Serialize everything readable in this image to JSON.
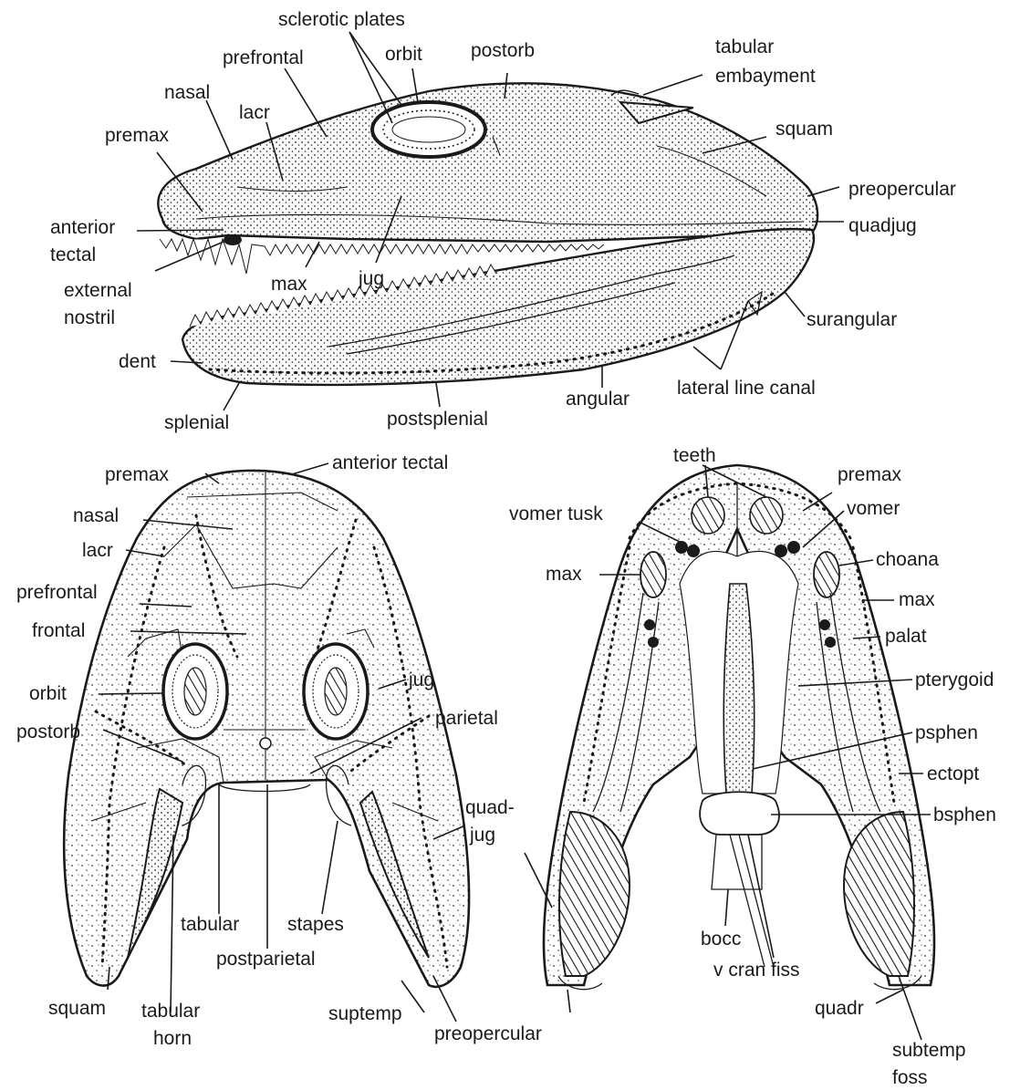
{
  "figure": {
    "lateral_view": {
      "labels": {
        "sclerotic_plates": "sclerotic plates",
        "orbit": "orbit",
        "postorb": "postorb",
        "tabular_embayment_1": "tabular",
        "tabular_embayment_2": "embayment",
        "prefrontal": "prefrontal",
        "nasal": "nasal",
        "lacr": "lacr",
        "premax": "premax",
        "squam": "squam",
        "preopercular": "preopercular",
        "quadjug": "quadjug",
        "anterior_tectal_1": "anterior",
        "anterior_tectal_2": "tectal",
        "external_nostril_1": "external",
        "external_nostril_2": "nostril",
        "max": "max",
        "jug": "jug",
        "surangular": "surangular",
        "dent": "dent",
        "lateral_line_canal": "lateral line canal",
        "angular": "angular",
        "splenial": "splenial",
        "postsplenial": "postsplenial"
      }
    },
    "dorsal_view": {
      "labels": {
        "anterior_tectal": "anterior tectal",
        "premax": "premax",
        "nasal": "nasal",
        "lacr": "lacr",
        "prefrontal": "prefrontal",
        "frontal": "frontal",
        "orbit": "orbit",
        "jug": "jug",
        "parietal": "parietal",
        "postorb": "postorb",
        "quadjug_1": "quad-",
        "quadjug_2": "jug",
        "tabular": "tabular",
        "stapes": "stapes",
        "postparietal": "postparietal",
        "squam": "squam",
        "tabular_horn_1": "tabular",
        "tabular_horn_2": "horn",
        "suptemp": "suptemp",
        "preopercular": "preopercular"
      }
    },
    "palatal_view": {
      "labels": {
        "teeth": "teeth",
        "premax": "premax",
        "vomer_tusk": "vomer tusk",
        "vomer": "vomer",
        "max_left": "max",
        "choana": "choana",
        "max_right": "max",
        "palat": "palat",
        "pterygoid": "pterygoid",
        "psphen": "psphen",
        "ectopt": "ectopt",
        "bsphen": "bsphen",
        "bocc": "bocc",
        "v_cran_fiss": "v cran fiss",
        "quadr": "quadr",
        "subtemp_foss_1": "subtemp",
        "subtemp_foss_2": "foss"
      }
    }
  },
  "colors": {
    "ink": "#1a1a1a",
    "paper": "#ffffff",
    "bone": "#f4f4f4"
  }
}
